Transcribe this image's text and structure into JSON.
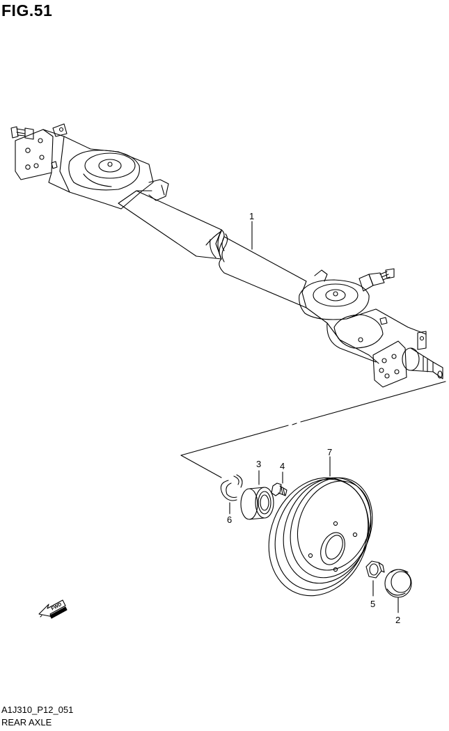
{
  "figure": {
    "title": "FIG.51",
    "code": "A1J310_P12_051",
    "name": "REAR AXLE"
  },
  "callouts": {
    "c1": "1",
    "c2": "2",
    "c3": "3",
    "c4": "4",
    "c5": "5",
    "c6": "6",
    "c7": "7"
  },
  "fwd_label": "FWD"
}
